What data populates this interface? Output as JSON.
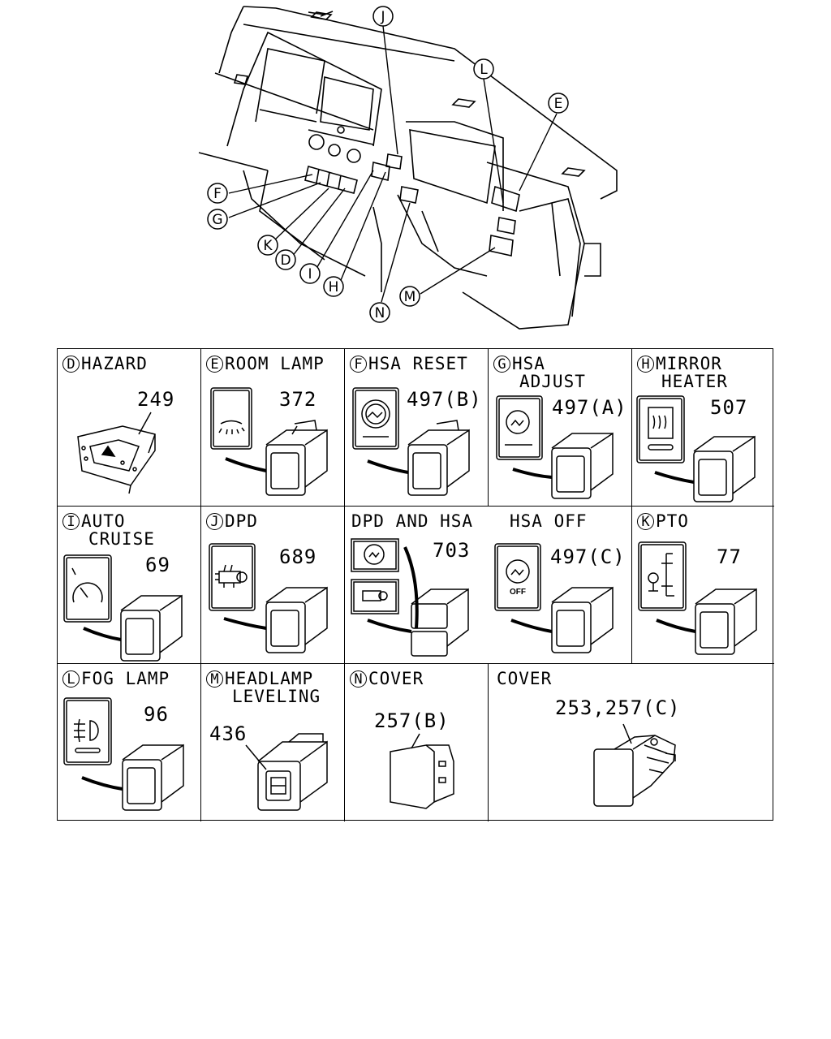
{
  "overview": {
    "callouts": [
      "J",
      "L",
      "E",
      "F",
      "G",
      "K",
      "D",
      "I",
      "H",
      "N",
      "M"
    ]
  },
  "cells": [
    {
      "id": "D",
      "title": "HAZARD",
      "title2": "",
      "part": "249"
    },
    {
      "id": "E",
      "title": "ROOM LAMP",
      "title2": "",
      "part": "372"
    },
    {
      "id": "F",
      "title": "HSA RESET",
      "title2": "",
      "part": "497(B)"
    },
    {
      "id": "G",
      "title": "HSA",
      "title2": "ADJUST",
      "part": "497(A)"
    },
    {
      "id": "H",
      "title": "MIRROR",
      "title2": "HEATER",
      "part": "507"
    },
    {
      "id": "I",
      "title": "AUTO",
      "title2": "CRUISE",
      "part": "69"
    },
    {
      "id": "J",
      "title": "DPD",
      "title2": "",
      "part": "689"
    },
    {
      "id": "",
      "title": "DPD AND HSA",
      "title2": "",
      "part": "703"
    },
    {
      "id": "",
      "title": "HSA OFF",
      "title2": "",
      "part": "497(C)",
      "icon_text": "OFF"
    },
    {
      "id": "K",
      "title": "PTO",
      "title2": "",
      "part": "77"
    },
    {
      "id": "L",
      "title": "FOG LAMP",
      "title2": "",
      "part": "96"
    },
    {
      "id": "M",
      "title": "HEADLAMP",
      "title2": "LEVELING",
      "part": "436"
    },
    {
      "id": "N",
      "title": "COVER",
      "title2": "",
      "part": "257(B)"
    },
    {
      "id": "",
      "title": "COVER",
      "title2": "",
      "part": "253,257(C)"
    }
  ]
}
